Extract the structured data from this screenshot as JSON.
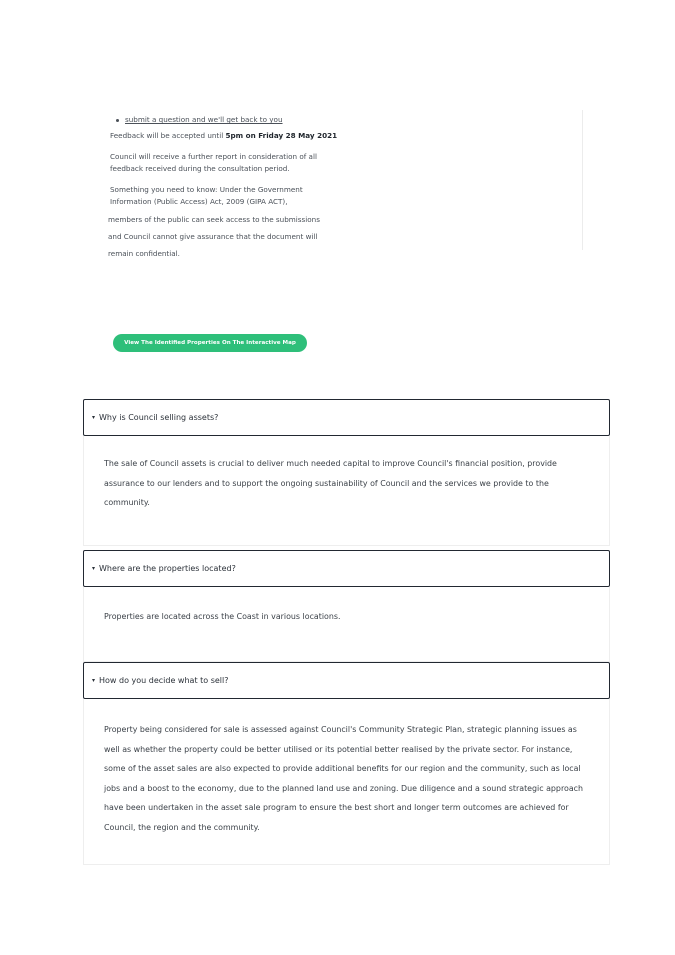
{
  "intro": {
    "bullet_link": "submit a question and we'll get back to you",
    "feedback_prefix": "Feedback will be accepted until ",
    "feedback_deadline": "5pm on Friday 28 May 2021",
    "council_report": "Council will receive a further report in consideration of all feedback received during the consultation period.",
    "gipa_notice": "Something you need to know: Under the Government Information (Public Access) Act, 2009 (GIPA ACT),",
    "public_access": "members of the public can seek access to the submissions and Council cannot give assurance that the document will remain confidential."
  },
  "cta": {
    "label": "View The Identified Properties On The Interactive Map",
    "color": "#2ebf7a"
  },
  "faq": [
    {
      "question": "Why is Council selling assets?",
      "answer": "The sale of Council assets is crucial to deliver much needed capital to improve Council's financial position, provide assurance to our lenders and to support the ongoing sustainability of Council and the services we provide to the community."
    },
    {
      "question": "Where are the properties located?",
      "answer": "Properties are located across the Coast in various locations."
    },
    {
      "question": "How do you decide what to sell?",
      "answer": "Property being considered for sale is assessed against Council's Community Strategic Plan, strategic planning issues as well as whether the property could be better utilised or its potential better realised by the private sector. For instance, some of the asset sales are also expected to provide additional benefits for our region and the community, such as local jobs and a boost to the economy, due to the planned land use and zoning. Due diligence and a sound strategic approach have been undertaken in the asset sale program to ensure the best short and longer term outcomes are achieved for Council, the region and the community."
    }
  ],
  "icons": {
    "caret": "caret-down-icon"
  }
}
